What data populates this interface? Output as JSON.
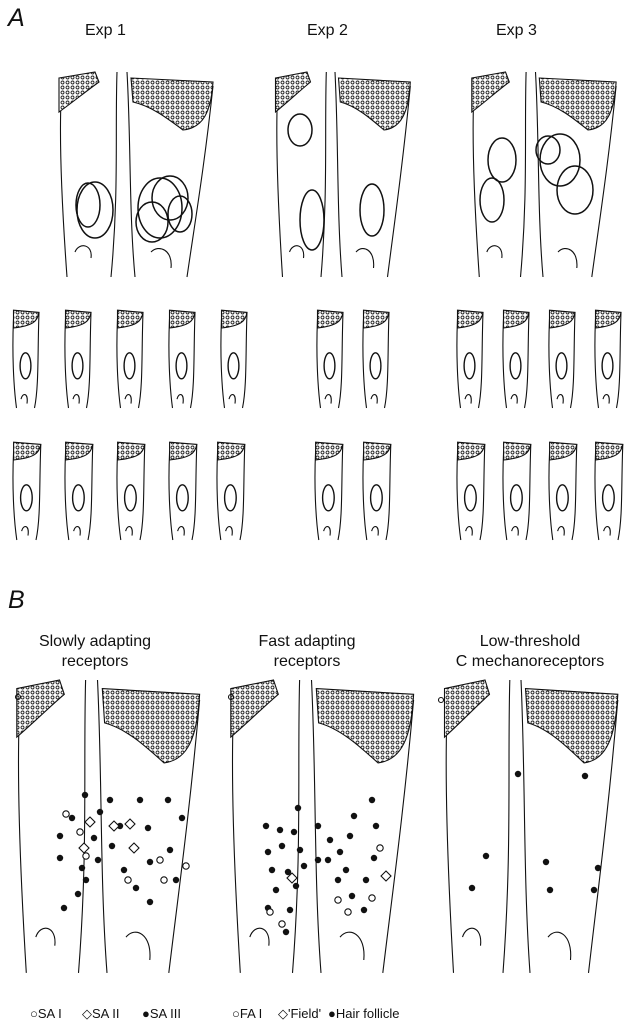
{
  "panel_a": {
    "label": "A",
    "experiments": [
      "Exp 1",
      "Exp 2",
      "Exp 3"
    ]
  },
  "panel_b": {
    "label": "B",
    "groups": [
      {
        "title": [
          "Slowly adapting",
          "receptors"
        ],
        "legend": [
          {
            "marker": "open-circle",
            "text": "SA I"
          },
          {
            "marker": "diamond",
            "text": "SA II"
          },
          {
            "marker": "filled-circle",
            "text": "SA III"
          }
        ]
      },
      {
        "title": [
          "Fast adapting",
          "receptors"
        ],
        "legend": [
          {
            "marker": "open-circle",
            "text": "FA I"
          },
          {
            "marker": "diamond",
            "text": "'Field'"
          },
          {
            "marker": "filled-circle",
            "text": "Hair follicle"
          }
        ]
      },
      {
        "title": [
          "Low-threshold",
          "C mechanoreceptors"
        ],
        "legend": []
      }
    ]
  },
  "colors": {
    "ink": "#111111",
    "pattern": "#222222",
    "background": "#ffffff"
  }
}
